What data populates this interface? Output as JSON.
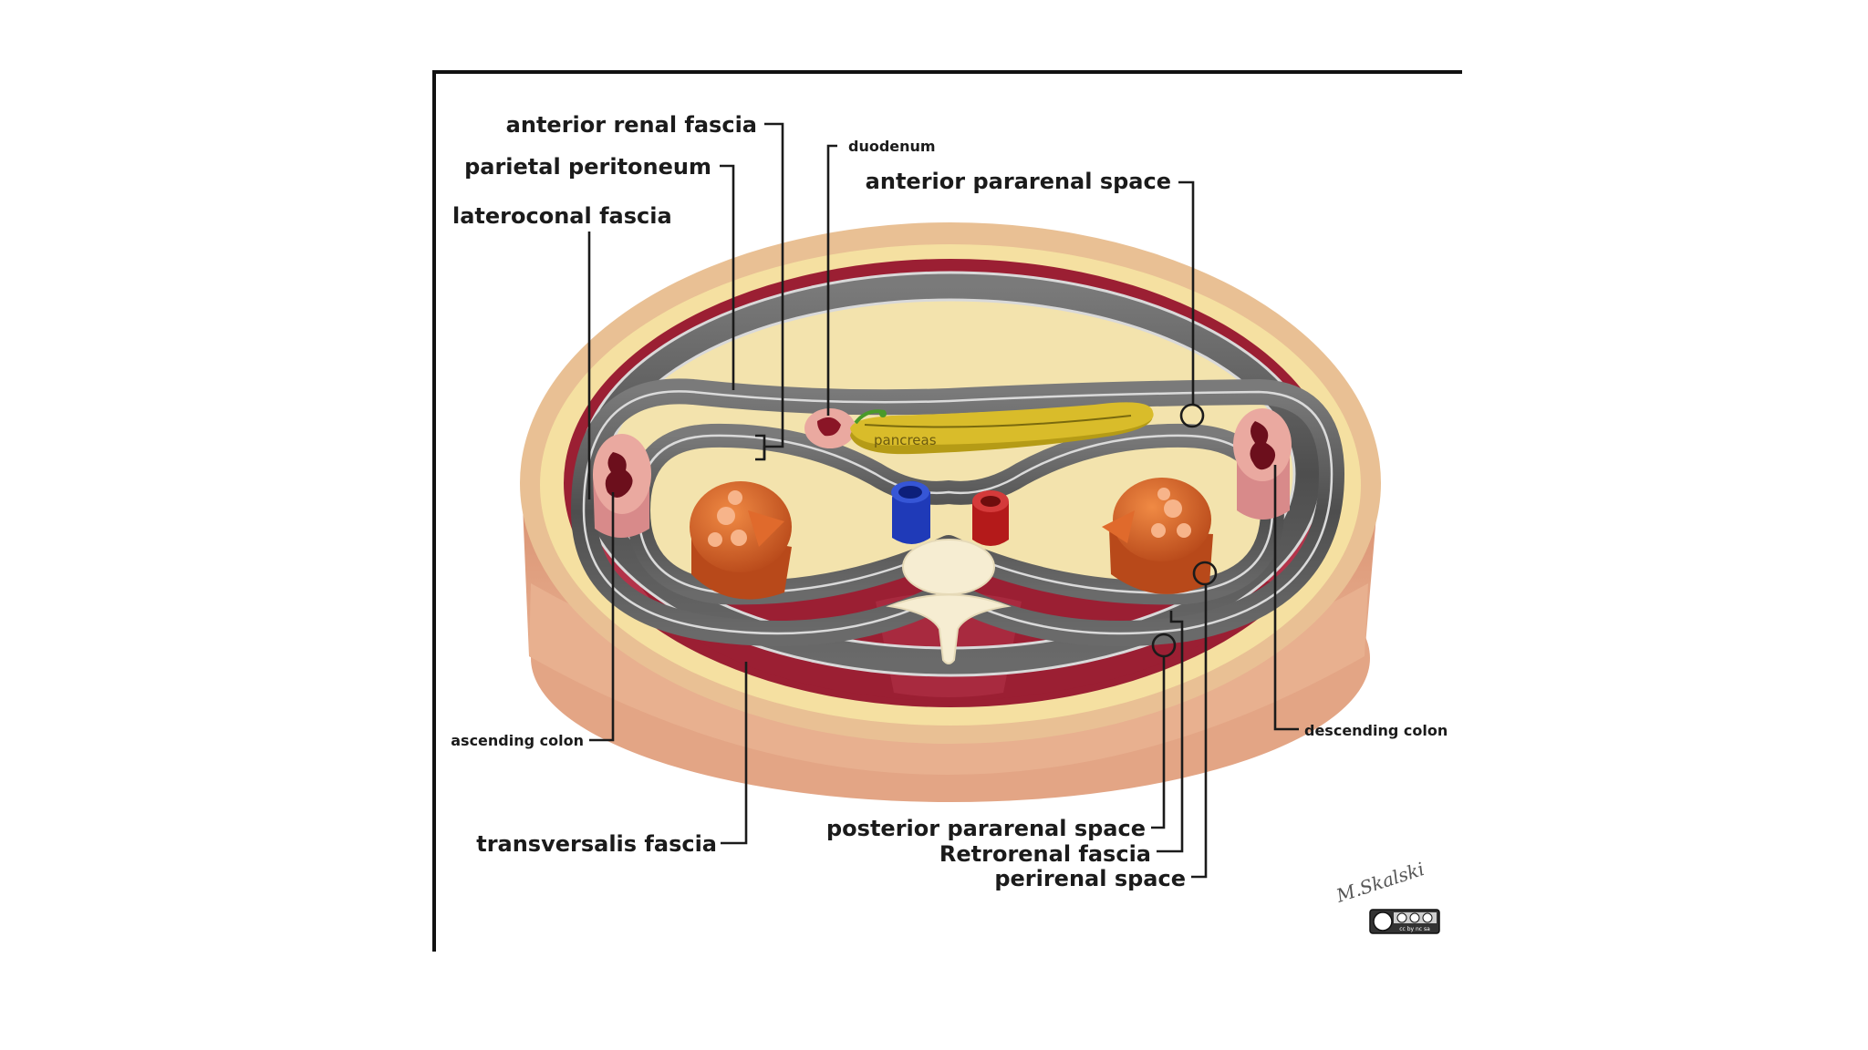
{
  "labels": {
    "anterior_renal_fascia": "anterior renal fascia",
    "parietal_peritoneum": "parietal peritoneum",
    "lateroconal_fascia": "lateroconal fascia",
    "duodenum": "duodenum",
    "anterior_pararenal_space": "anterior pararenal space",
    "pancreas": "pancreas",
    "ascending_colon": "ascending colon",
    "descending_colon": "descending colon",
    "transversalis_fascia": "transversalis fascia",
    "posterior_pararenal_space": "posterior pararenal space",
    "retrorenal_fascia": "Retrorenal fascia",
    "perirenal_space": "perirenal space"
  },
  "signature": "M.Skalski",
  "license_badge": "cc by nc sa",
  "colors": {
    "skin": "#e8b393",
    "fat": "#f4dd9a",
    "muscle": "#9e2236",
    "fascia": "#5c5c5c",
    "kidney": "#e06a2c",
    "pancreas": "#d9bc2a",
    "ivc": "#1f3ab8",
    "aorta": "#c42020",
    "vertebra": "#f6edd2"
  }
}
